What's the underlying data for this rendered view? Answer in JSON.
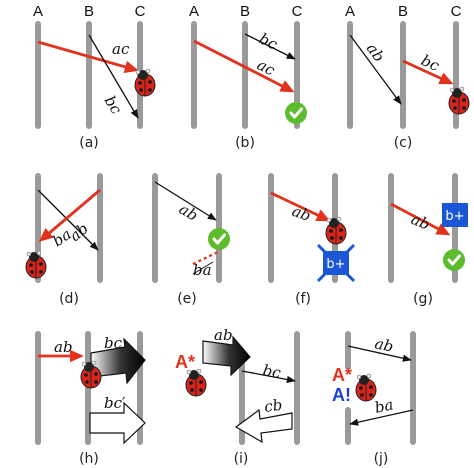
{
  "lanes": [
    "A",
    "B",
    "C"
  ],
  "panels": [
    {
      "caption": "(a)",
      "labels": [
        "ac",
        "bc"
      ]
    },
    {
      "caption": "(b)",
      "labels": [
        "bc",
        "ac"
      ]
    },
    {
      "caption": "(c)",
      "labels": [
        "ab",
        "bc"
      ]
    },
    {
      "caption": "(d)",
      "labels": [
        "ba",
        "ab"
      ]
    },
    {
      "caption": "(e)",
      "labels": [
        "ab",
        "ba"
      ]
    },
    {
      "caption": "(f)",
      "labels": [
        "ab"
      ],
      "badge": "b+"
    },
    {
      "caption": "(g)",
      "labels": [
        "ab"
      ],
      "badge": "b+"
    },
    {
      "caption": "(h)",
      "labels": [
        "ab",
        "bc",
        "bc′"
      ]
    },
    {
      "caption": "(i)",
      "labels": [
        "ab",
        "bc",
        "cb"
      ],
      "tag": "A*"
    },
    {
      "caption": "(j)",
      "labels": [
        "ab",
        "ba"
      ],
      "tags": [
        "A*",
        "A!"
      ]
    }
  ],
  "colors": {
    "lane": "#9a9a9a",
    "message_red": "#e2321e",
    "check_green": "#5dbb2e",
    "badge_blue": "#1a56d6",
    "tag_red": "#e2321e",
    "tag_blue": "#1a3fd6"
  },
  "icons": [
    "ladybug-icon",
    "check-circle-icon",
    "crossed-badge-icon",
    "block-arrow-icon"
  ]
}
